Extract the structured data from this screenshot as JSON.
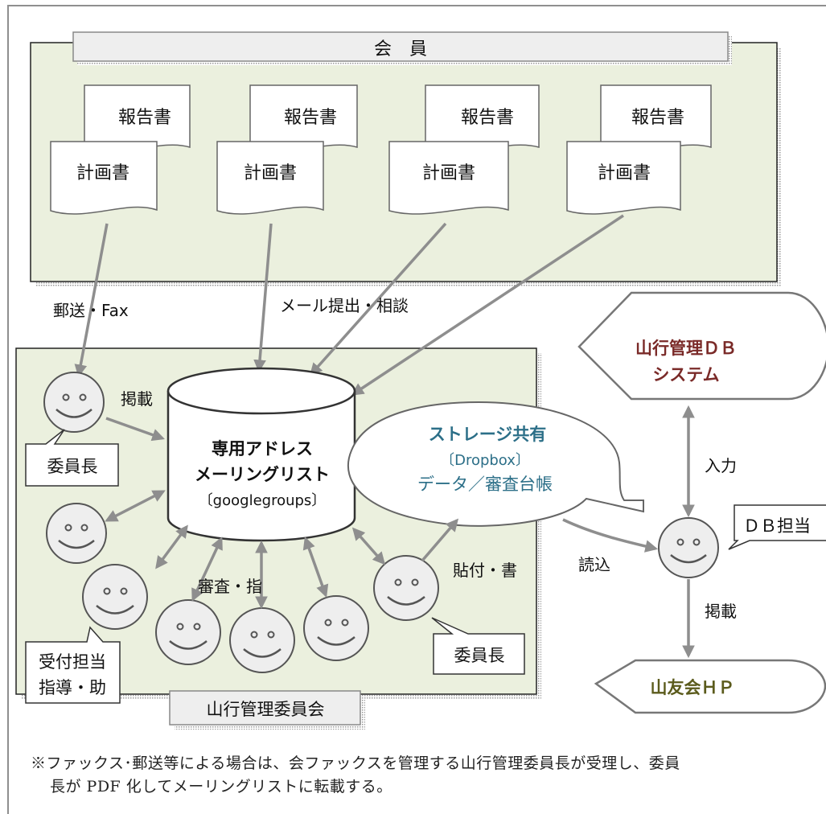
{
  "members": {
    "title": "会　員",
    "documents": [
      {
        "report": "報告書",
        "plan": "計画書"
      },
      {
        "report": "報告書",
        "plan": "計画書"
      },
      {
        "report": "報告書",
        "plan": "計画書"
      },
      {
        "report": "報告書",
        "plan": "計画書"
      }
    ]
  },
  "edges": {
    "mail_fax": "郵送・Fax",
    "email_submit": "メール提出・相談",
    "post_left": "掲載",
    "review": "審査・指",
    "paste": "貼付・書",
    "read": "読込",
    "input": "入力",
    "post_right": "掲載"
  },
  "mailing_list": {
    "line1": "専用アドレス",
    "line2": "メーリングリスト",
    "line3": "〔googlegroups〕"
  },
  "storage": {
    "line1": "ストレージ共有",
    "line2": "〔Dropbox〕",
    "line3": "データ／審査台帳"
  },
  "committee": {
    "title": "山行管理委員会",
    "chair_top": "委員長",
    "chair_bottom": "委員長",
    "reception_line1": "受付担当",
    "reception_line2": "指導・助"
  },
  "db_system": {
    "line1": "山行管理ＤＢ",
    "line2": "システム"
  },
  "db_person": "ＤＢ担当",
  "hp": "山友会ＨＰ",
  "footnote": {
    "line1": "※ファックス･郵送等による場合は、会ファックスを管理する山行管理委員長が受理し、委員",
    "line2": "長が PDF 化してメーリングリストに転載する。"
  },
  "colors": {
    "panel": "#ebf0de",
    "shadow": "#b5b5b5",
    "face": "#eeeeee",
    "arrow": "#8e8e8e",
    "db_text": "#7a2a28",
    "storage_text": "#2c6f88",
    "hp_text": "#5b5b1c"
  }
}
